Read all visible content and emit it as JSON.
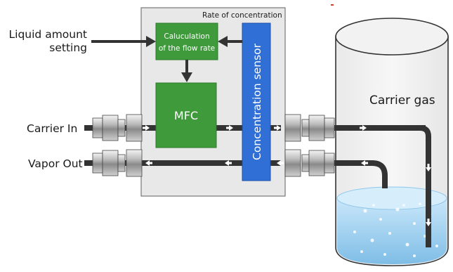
{
  "labels": {
    "rate": "Rate of concentration",
    "liquid_line1": "Liquid amount",
    "liquid_line2": "setting",
    "calc_line1": "Caluculation",
    "calc_line2": "of the flow rate",
    "mfc": "MFC",
    "sensor": "Concentration sensor",
    "carrier_in": "Carrier In",
    "vapor_out": "Vapor Out",
    "carrier_gas": "Carrier gas"
  },
  "colors": {
    "panel": "#e8e8e8",
    "green": "#3e9a3a",
    "green_dark": "#2c7a2a",
    "blue": "#2f6fd6",
    "blue_dark": "#1c4fa8",
    "pipe": "#333333",
    "liquid": "#9fd0f0",
    "accent": "#d63b2b"
  }
}
